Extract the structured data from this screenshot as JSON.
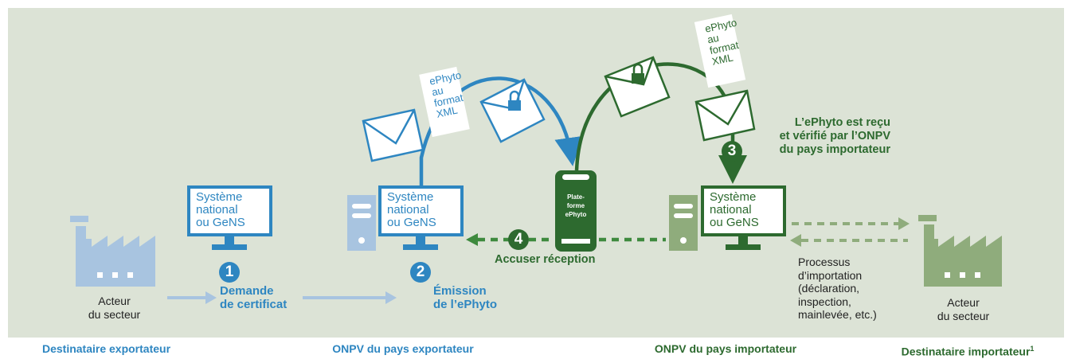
{
  "colors": {
    "background": "#dce3d6",
    "blue": "#2e86c1",
    "light_blue": "#a8c4e0",
    "dark_green": "#2d6a2f",
    "light_green": "#8fac7c",
    "green_dashed": "#3e8a3e"
  },
  "actors": {
    "exporter_actor_label": "Acteur\ndu secteur",
    "importer_actor_label": "Acteur\ndu secteur"
  },
  "screens": {
    "exporter_actor_screen": "Système\nnational\nou GeNS",
    "exporter_nppo_screen": "Système\nnational\nou GeNS",
    "importer_nppo_screen": "Système\nnational\nou GeNS"
  },
  "hub": {
    "label": "Plate-\nforme\nePhyto"
  },
  "envelopes": {
    "left_tag": "ePhyto\nau\nformat\nXML",
    "right_tag": "ePhyto\nau\nformat\nXML"
  },
  "steps": {
    "step1": {
      "number": "1",
      "text": "Demande\nde certificat"
    },
    "step2": {
      "number": "2",
      "text": "Émission\nde l’ePhyto"
    },
    "step3": {
      "number": "3",
      "text": "L’ePhyto est reçu\net vérifié par l’ONPV\ndu pays importateur"
    },
    "step4": {
      "number": "4",
      "text": "Accuser réception"
    }
  },
  "import_process": "Processus\nd’importation\n(déclaration,\ninspection,\nmainlevée, etc.)",
  "bottom_labels": {
    "exporter_recipient": "Destinataire exportateur",
    "exporting_nppo": "ONPV du pays exportateur",
    "importing_nppo": "ONPV du pays importateur",
    "importer_recipient": "Destinataire importateur",
    "importer_recipient_footnote": "1"
  },
  "icons": [
    "factory-icon",
    "computer-monitor-icon",
    "server-tower-icon",
    "envelope-icon",
    "padlock-icon",
    "ephyto-hub-icon"
  ]
}
